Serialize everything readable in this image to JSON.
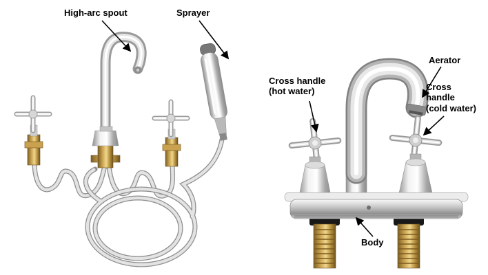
{
  "figures": {
    "left": {
      "labels": {
        "high_arc_spout": "High-arc spout",
        "sprayer": "Sprayer"
      }
    },
    "right": {
      "labels": {
        "cross_handle_hot": "Cross handle\n(hot water)",
        "aerator": "Aerator",
        "cross_handle_cold": "Cross\nhandle\n(cold water)",
        "body": "Body"
      }
    }
  },
  "colors": {
    "background": "#ffffff",
    "label_text": "#000000",
    "arrow": "#000000",
    "chrome_mid": "#bdbdbd",
    "chrome_highlight": "#ffffff",
    "brass": "#c9a24f"
  }
}
